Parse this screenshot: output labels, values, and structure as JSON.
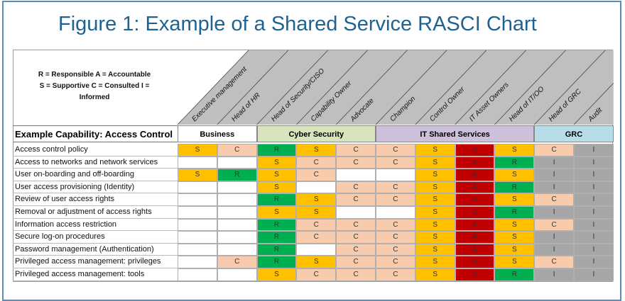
{
  "title": "Figure 1: Example of a Shared Service RASCI Chart",
  "legend": {
    "line1": "R = Responsible   A = Accountable",
    "line2": "S = Supportive  C = Consulted   I =",
    "line3": "Informed"
  },
  "roles": [
    "Executive management",
    "Head of HR",
    "Head of Security/CISO",
    "Capability Owner",
    "Advocate",
    "Champion",
    "Control Owner",
    "IT Asset Owners",
    "Head of IT/OO",
    "Head of GRC",
    "Audit"
  ],
  "capability_label": "Example Capability: Access Control",
  "groups": [
    {
      "label": "Business",
      "span": 2,
      "color": "#ffffff"
    },
    {
      "label": "Cyber Security",
      "span": 3,
      "color": "#d8e4bc"
    },
    {
      "label": "IT Shared Services",
      "span": 4,
      "color": "#ccc0da"
    },
    {
      "label": "GRC",
      "span": 2,
      "color": "#b7dee8"
    }
  ],
  "colors": {
    "R": "#00b050",
    "A": "#c00000",
    "S": "#ffc000",
    "C": "#f8cbad",
    "I": "#a6a6a6",
    "": "#ffffff",
    "header": "#bfbfbf"
  },
  "rows": [
    {
      "label": "Access control policy",
      "values": [
        "S",
        "C",
        "R",
        "S",
        "C",
        "C",
        "S",
        "A",
        "S",
        "C",
        "I"
      ]
    },
    {
      "label": "Access to networks and network services",
      "values": [
        "",
        "",
        "S",
        "C",
        "C",
        "C",
        "S",
        "A",
        "R",
        "I",
        "I"
      ]
    },
    {
      "label": "User on-boarding and off-boarding",
      "values": [
        "S",
        "R",
        "S",
        "C",
        "",
        "",
        "S",
        "A",
        "S",
        "I",
        "I"
      ]
    },
    {
      "label": "User access provisioning (Identity)",
      "values": [
        "",
        "",
        "S",
        "",
        "C",
        "C",
        "S",
        "A",
        "R",
        "I",
        "I"
      ]
    },
    {
      "label": "Review of user access rights",
      "values": [
        "",
        "",
        "R",
        "S",
        "C",
        "C",
        "S",
        "A",
        "S",
        "C",
        "I"
      ]
    },
    {
      "label": "Removal or adjustment of access rights",
      "values": [
        "",
        "",
        "S",
        "S",
        "",
        "",
        "S",
        "A",
        "R",
        "I",
        "I"
      ]
    },
    {
      "label": "Information access restriction",
      "values": [
        "",
        "",
        "R",
        "C",
        "C",
        "C",
        "S",
        "A",
        "S",
        "C",
        "I"
      ]
    },
    {
      "label": "Secure log-on procedures",
      "values": [
        "",
        "",
        "R",
        "C",
        "C",
        "C",
        "S",
        "A",
        "S",
        "I",
        "I"
      ]
    },
    {
      "label": "Password management (Authentication)",
      "values": [
        "",
        "",
        "R",
        "",
        "C",
        "C",
        "S",
        "A",
        "S",
        "I",
        "I"
      ]
    },
    {
      "label": "Privileged access management: privileges",
      "values": [
        "",
        "C",
        "R",
        "S",
        "C",
        "C",
        "S",
        "A",
        "S",
        "C",
        "I"
      ]
    },
    {
      "label": "Privileged access management: tools",
      "values": [
        "",
        "",
        "S",
        "C",
        "C",
        "C",
        "S",
        "A",
        "R",
        "I",
        "I"
      ]
    }
  ]
}
